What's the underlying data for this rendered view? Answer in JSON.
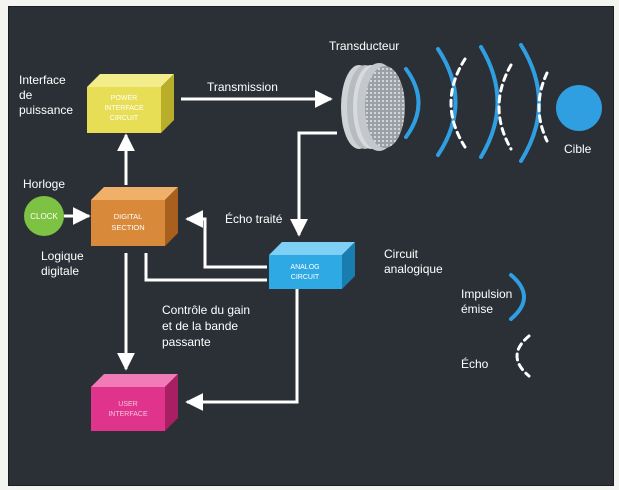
{
  "labels": {
    "interface_power": [
      "Interface",
      "de",
      "puissance"
    ],
    "clock_side": "Horloge",
    "logic": [
      "Logique",
      "digitale"
    ],
    "transmission": "Transmission",
    "transducer": "Transducteur",
    "target": "Cible",
    "processed_echo": "Écho traité",
    "analog_circuit": [
      "Circuit",
      "analogique"
    ],
    "gain_control": [
      "Contrôle du gain",
      "et de la bande",
      "passante"
    ],
    "pulse_emitted": [
      "Impulsion",
      "émise"
    ],
    "echo": "Écho"
  },
  "blocks": {
    "power": {
      "text": [
        "POWER",
        "INTERFACE",
        "CIRCUIT"
      ]
    },
    "digital": {
      "text": [
        "DIGITAL",
        "SECTION"
      ]
    },
    "analog": {
      "text": [
        "ANALOG",
        "CIRCUIT"
      ]
    },
    "display": {
      "text": [
        "USER",
        "INTERFACE"
      ]
    },
    "clock": {
      "text": "CLOCK"
    }
  },
  "colors": {
    "background": "#2a3036",
    "power": "#e8de55",
    "digital": "#d9893a",
    "analog": "#2fa9e3",
    "display": "#e0338b",
    "clock": "#7dc242",
    "target": "#2f9fe2",
    "pulse": "#2f9fe2",
    "echo": "#ffffff"
  }
}
